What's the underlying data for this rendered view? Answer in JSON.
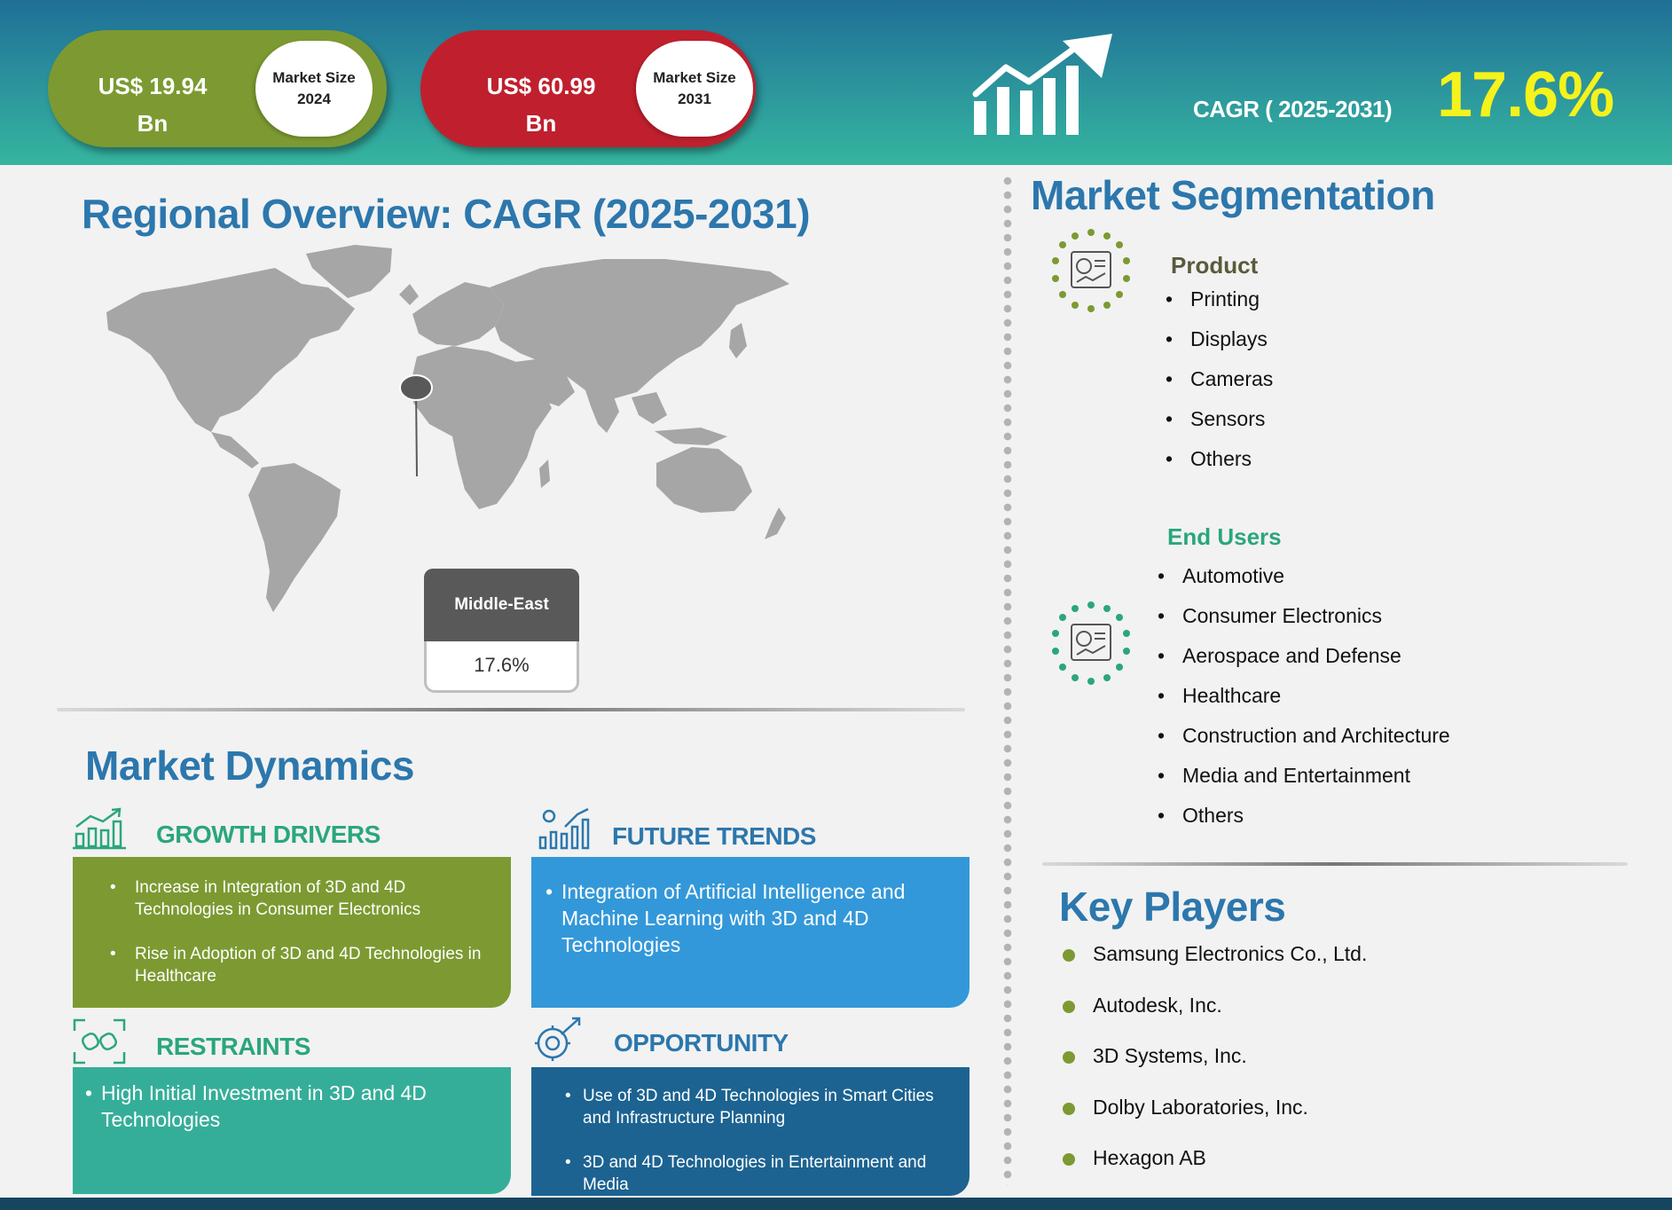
{
  "header": {
    "market_2024": {
      "value_line1": "US$  19.94",
      "value_line2": "Bn",
      "label_line1": "Market Size",
      "label_line2": "2024"
    },
    "market_2031": {
      "value_line1": "US$  60.99",
      "value_line2": "Bn",
      "label_line1": "Market Size",
      "label_line2": "2031"
    },
    "cagr_label": "CAGR ( 2025-2031)",
    "cagr_value": "17.6%",
    "icon": "growth-chart-icon"
  },
  "regional": {
    "title": "Regional Overview: CAGR (2025-2031)",
    "region_name": "Middle-East",
    "region_value": "17.6%",
    "map_icon": "world-map"
  },
  "segmentation": {
    "title": "Market Segmentation",
    "product": {
      "heading": "Product",
      "items": [
        "Printing",
        "Displays",
        "Cameras",
        "Sensors",
        "Others"
      ]
    },
    "end_users": {
      "heading": "End Users",
      "items": [
        "Automotive",
        "Consumer Electronics",
        "Aerospace and Defense",
        "Healthcare",
        "Construction and Architecture",
        "Media and Entertainment",
        "Others"
      ]
    }
  },
  "dynamics": {
    "title": "Market Dynamics",
    "drivers": {
      "heading": "GROWTH DRIVERS",
      "items": [
        "Increase in Integration of 3D and 4D Technologies in Consumer Electronics",
        "Rise in Adoption of 3D and 4D Technologies in Healthcare"
      ]
    },
    "trends": {
      "heading": "FUTURE TRENDS",
      "items": [
        "Integration of Artificial Intelligence and Machine Learning with 3D and 4D Technologies"
      ]
    },
    "restraints": {
      "heading": "RESTRAINTS",
      "items": [
        "High Initial Investment in 3D and 4D Technologies"
      ]
    },
    "opportunity": {
      "heading": "OPPORTUNITY",
      "items": [
        "Use of 3D and 4D Technologies in Smart Cities and Infrastructure Planning",
        "3D and 4D Technologies in Entertainment and Media"
      ]
    }
  },
  "key_players": {
    "title": "Key Players",
    "items": [
      "Samsung Electronics Co., Ltd.",
      "Autodesk, Inc.",
      "3D Systems, Inc.",
      "Dolby Laboratories, Inc.",
      "Hexagon AB"
    ]
  },
  "colors": {
    "green": "#7c9a31",
    "red": "#c0202e",
    "blue": "#2c77ad",
    "teal": "#35ae99",
    "navy": "#1c6391",
    "sky": "#3398d9",
    "yellow": "#f5f21c"
  }
}
